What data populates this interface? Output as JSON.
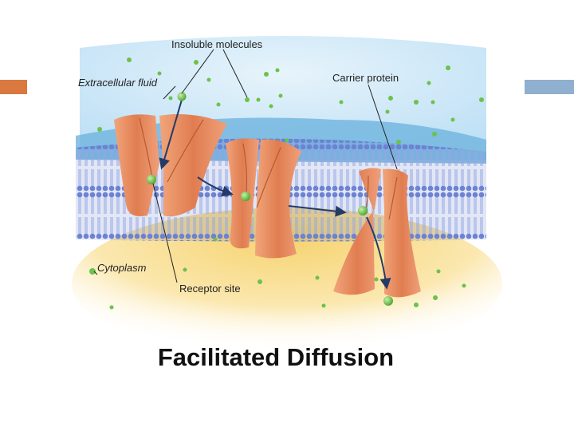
{
  "colors": {
    "accent_left": "#d9783f",
    "accent_right": "#8fb0cf",
    "extracellular": "#bfe0f5",
    "cytoplasm": "#f7dc8a",
    "membrane": "#5f77c9",
    "protein": "#e68a5c",
    "molecule": "#6cc24a"
  },
  "labels": {
    "insoluble_molecules": "Insoluble molecules",
    "extracellular_fluid": "Extracellular fluid",
    "carrier_protein": "Carrier protein",
    "cytoplasm": "Cytoplasm",
    "receptor_site": "Receptor site"
  },
  "title": "Facilitated Diffusion"
}
